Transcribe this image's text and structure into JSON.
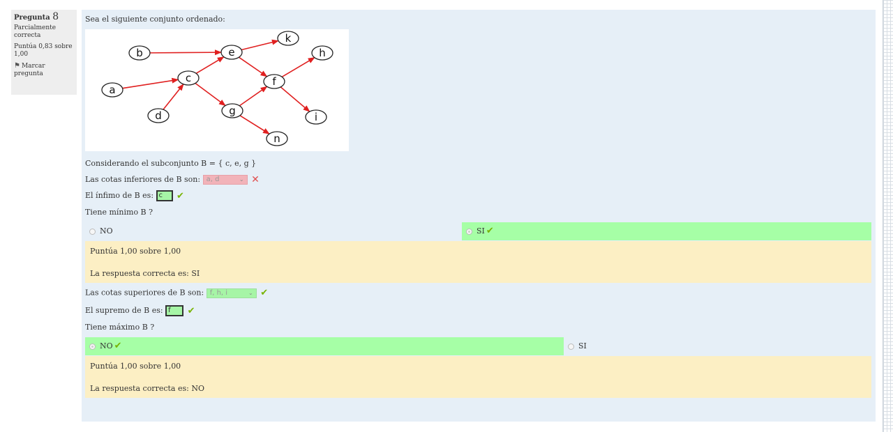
{
  "info": {
    "question_label": "Pregunta",
    "question_number": "8",
    "state": "Parcialmente correcta",
    "grade": "Puntúa 0,83 sobre 1,00",
    "flag_label": "Marcar pregunta"
  },
  "question": {
    "intro": "Sea el siguiente conjunto ordenado:",
    "graph": {
      "nodes": [
        "a",
        "b",
        "c",
        "d",
        "e",
        "f",
        "g",
        "h",
        "i",
        "k",
        "n"
      ],
      "edges": [
        [
          "a",
          "c"
        ],
        [
          "b",
          "e"
        ],
        [
          "d",
          "c"
        ],
        [
          "c",
          "e"
        ],
        [
          "c",
          "g"
        ],
        [
          "e",
          "k"
        ],
        [
          "e",
          "f"
        ],
        [
          "g",
          "f"
        ],
        [
          "g",
          "n"
        ],
        [
          "f",
          "h"
        ],
        [
          "f",
          "i"
        ]
      ],
      "edge_color": "#e02020"
    },
    "subset_text": "Considerando el subconjunto B = { c, e, g }",
    "lower_bounds_label": "Las cotas inferiores de B son:",
    "lower_bounds_value": "a, d",
    "lower_bounds_result": "incorrect",
    "infimum_label": "El ínfimo de B es:",
    "infimum_value": "c",
    "has_min_label": "Tiene mínimo B ?",
    "min_options": [
      {
        "label": "NO",
        "selected": false
      },
      {
        "label": "SI",
        "selected": true,
        "correct": true
      }
    ],
    "min_feedback": {
      "score": "Puntúa 1,00 sobre 1,00",
      "correct_answer": "La respuesta correcta es: SI"
    },
    "upper_bounds_label": "Las cotas superiores de B son:",
    "upper_bounds_value": "f, h, i",
    "supremum_label": "El supremo de B es:",
    "supremum_value": "f",
    "has_max_label": "Tiene máximo B ?",
    "max_options": [
      {
        "label": "NO",
        "selected": true,
        "correct": true
      },
      {
        "label": "SI",
        "selected": false
      }
    ],
    "max_feedback": {
      "score": "Puntúa 1,00 sobre 1,00",
      "correct_answer": "La respuesta correcta es: NO"
    }
  },
  "colors": {
    "panel_bg": "#e6eff7",
    "correct_bg": "#a6ffa6",
    "incorrect_bg": "#f2b3b9",
    "feedback_bg": "#fcefc4",
    "check": "#77b300",
    "cross": "#e05050"
  }
}
